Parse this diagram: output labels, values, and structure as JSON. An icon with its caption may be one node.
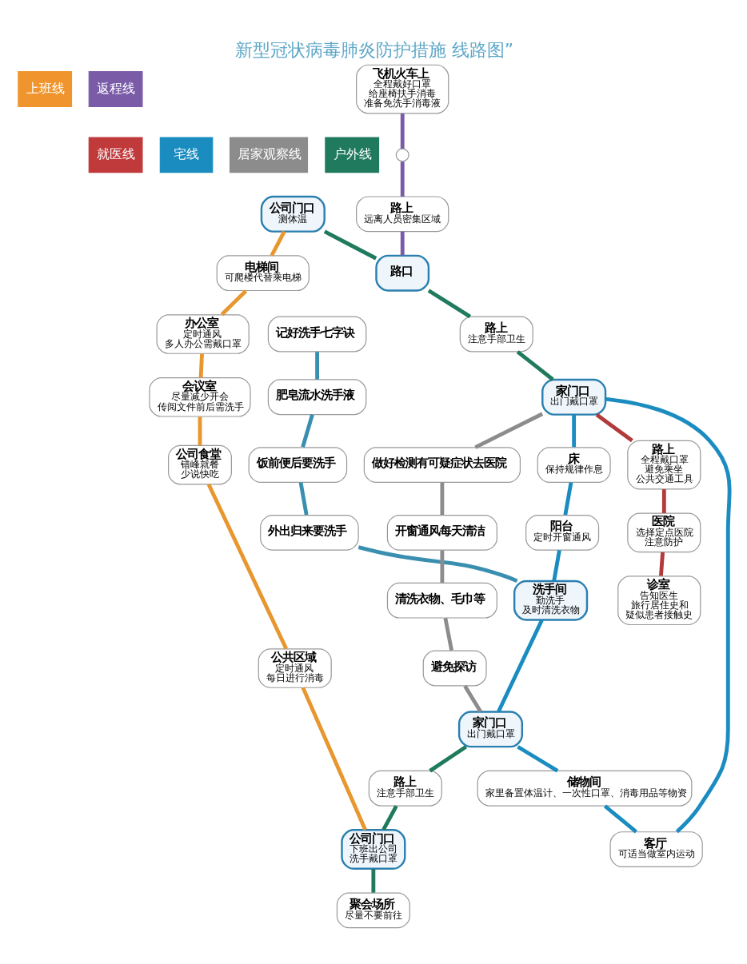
{
  "diagram": {
    "title": "新型冠状病毒肺炎防护措施 线路图”",
    "nodes": [
      {
        "text": [
          "上班线"
        ]
      },
      {
        "text": [
          "返程线"
        ]
      },
      {
        "text": [
          "就医线"
        ]
      },
      {
        "text": [
          "宅线"
        ]
      },
      {
        "text": [
          "居家观察线"
        ]
      },
      {
        "text": [
          "户外线"
        ]
      },
      {
        "text": [
          "公司门口",
          "测体温"
        ]
      },
      {
        "text": [
          "电梯间",
          "可爬楼代替乘电梯"
        ]
      },
      {
        "text": [
          "办公室",
          "定时通风",
          "多人办公需戴口罩"
        ]
      },
      {
        "text": [
          "会议室",
          "尽量减少开会",
          "传阅文件前后需洗手"
        ]
      },
      {
        "text": [
          "公司食堂",
          "错峰就餐",
          "少说快吃"
        ]
      },
      {
        "text": [
          "公共区域",
          "定时通风",
          "每日进行消毒"
        ]
      },
      {
        "text": [
          "公司门口",
          "下班出公司",
          "洗手戴口罩"
        ]
      },
      {
        "text": [
          "飞机火车上",
          "全程戴好口罩",
          "给座椅扶手消毒",
          "准备免洗手消毒液"
        ]
      },
      {
        "text": [],
        "shape": "circle"
      },
      {
        "text": [
          "路上",
          "远离人员密集区域"
        ]
      },
      {
        "text": [
          "路口"
        ]
      },
      {
        "text": [
          "路上",
          "注意手部卫生"
        ]
      },
      {
        "text": [
          "家门口",
          "出门戴口罩"
        ]
      },
      {
        "text": [
          "床",
          "保持规律作息"
        ]
      },
      {
        "text": [
          "阳台",
          "定时开窗通风"
        ]
      },
      {
        "text": [
          "洗手间",
          "勤洗手",
          "及时清洗衣物"
        ]
      },
      {
        "text": [
          "记好洗手七字诀"
        ]
      },
      {
        "text": [
          "肥皂流水洗手液"
        ]
      },
      {
        "text": [
          "饭前便后要洗手"
        ]
      },
      {
        "text": [
          "外出归来要洗手"
        ]
      },
      {
        "text": [
          "做好检测有可疑症状去医院"
        ]
      },
      {
        "text": [
          "开窗通风每天清洁"
        ]
      },
      {
        "text": [
          "清洗衣物、毛巾等"
        ]
      },
      {
        "text": [
          "避免探访"
        ]
      },
      {
        "text": [
          "客厅",
          "可适当做室内运动"
        ]
      },
      {
        "text": [
          "储物间",
          "家里备置体温计、一次性口罩、消毒用品等物资"
        ]
      },
      {
        "text": [
          "家门口",
          "出门戴口罩"
        ]
      },
      {
        "text": [
          "路上",
          "注意手部卫生"
        ]
      },
      {
        "text": [
          "聚会场所",
          "尽量不要前往"
        ]
      },
      {
        "text": [
          "路上",
          "全程戴口罩",
          "避免乘坐",
          "公共交通工具"
        ]
      },
      {
        "text": [
          "医院",
          "选择定点医院",
          "注意防护"
        ]
      },
      {
        "text": [
          "诊室",
          "告知医生",
          "旅行居住史和",
          "疑似患者接触史"
        ]
      }
    ],
    "edges": [
      {
        "from": 6,
        "to": 7,
        "arrow": "none",
        "color": "#e8962e"
      },
      {
        "from": 7,
        "to": 8,
        "arrow": "none",
        "color": "#e8962e"
      },
      {
        "from": 8,
        "to": 9,
        "arrow": "none",
        "color": "#e8962e"
      },
      {
        "from": 9,
        "to": 10,
        "arrow": "none",
        "color": "#e8962e"
      },
      {
        "from": 10,
        "to": 11,
        "arrow": "none",
        "color": "#e8962e"
      },
      {
        "from": 11,
        "to": 12,
        "arrow": "none",
        "color": "#e8962e"
      },
      {
        "from": 6,
        "to": 16,
        "arrow": "none",
        "color": "#1f7a5e"
      },
      {
        "from": 16,
        "to": 17,
        "arrow": "none",
        "color": "#1f7a5e"
      },
      {
        "from": 17,
        "to": 18,
        "arrow": "none",
        "color": "#1f7a5e"
      },
      {
        "from": 32,
        "to": 33,
        "arrow": "none",
        "color": "#1f7a5e"
      },
      {
        "from": 33,
        "to": 12,
        "arrow": "none",
        "color": "#1f7a5e"
      },
      {
        "from": 12,
        "to": 34,
        "arrow": "none",
        "color": "#1f7a5e"
      },
      {
        "from": 13,
        "to": 14,
        "arrow": "none",
        "color": "#7a5ba8"
      },
      {
        "from": 14,
        "to": 15,
        "arrow": "none",
        "color": "#7a5ba8"
      },
      {
        "from": 15,
        "to": 16,
        "arrow": "none",
        "color": "#7a5ba8"
      },
      {
        "from": 18,
        "to": 35,
        "arrow": "none",
        "color": "#b23a3a"
      },
      {
        "from": 35,
        "to": 36,
        "arrow": "none",
        "color": "#b23a3a"
      },
      {
        "from": 36,
        "to": 37,
        "arrow": "none",
        "color": "#b23a3a"
      },
      {
        "from": 18,
        "to": 19,
        "arrow": "none",
        "color": "#1a8cc0"
      },
      {
        "from": 19,
        "to": 20,
        "arrow": "none",
        "color": "#1a8cc0"
      },
      {
        "from": 20,
        "to": 21,
        "arrow": "none",
        "color": "#1a8cc0"
      },
      {
        "from": 21,
        "to": 32,
        "arrow": "none",
        "color": "#1a8cc0"
      },
      {
        "from": 32,
        "to": 31,
        "arrow": "none",
        "color": "#1a8cc0"
      },
      {
        "from": 31,
        "to": 30,
        "arrow": "none",
        "color": "#1a8cc0"
      },
      {
        "from": 30,
        "to": 18,
        "arrow": "none",
        "color": "#1a8cc0"
      },
      {
        "from": 22,
        "to": 23,
        "arrow": "none",
        "color": "#3a8fb0"
      },
      {
        "from": 23,
        "to": 24,
        "arrow": "none",
        "color": "#3a8fb0"
      },
      {
        "from": 24,
        "to": 25,
        "arrow": "none",
        "color": "#3a8fb0"
      },
      {
        "from": 25,
        "to": 21,
        "arrow": "none",
        "color": "#3a8fb0"
      },
      {
        "from": 18,
        "to": 26,
        "arrow": "none",
        "color": "#8c8c8c"
      },
      {
        "from": 26,
        "to": 27,
        "arrow": "none",
        "color": "#8c8c8c"
      },
      {
        "from": 27,
        "to": 28,
        "arrow": "none",
        "color": "#8c8c8c"
      },
      {
        "from": 28,
        "to": 29,
        "arrow": "none",
        "color": "#8c8c8c"
      },
      {
        "from": 29,
        "to": 32,
        "arrow": "none",
        "color": "#8c8c8c"
      }
    ]
  }
}
